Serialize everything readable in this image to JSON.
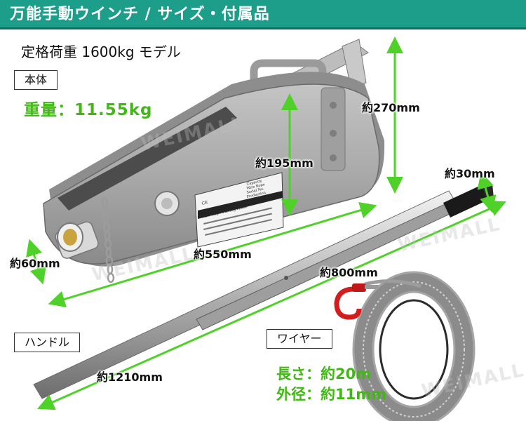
{
  "header": {
    "title": "万能手動ウインチ / サイズ・付属品",
    "colors": {
      "bar": "#1d9e8a",
      "accent_green": "#42b816"
    }
  },
  "model": {
    "label": "定格荷重 1600kg モデル"
  },
  "body_section": {
    "label": "本体",
    "weight": "重量：11.55kg",
    "dims": {
      "height": "約270mm",
      "inner_height": "約195mm",
      "length": "約550mm",
      "width": "約60mm"
    }
  },
  "handle_section": {
    "label": "ハンドル",
    "dims": {
      "diameter": "約30mm",
      "inner_length": "約800mm",
      "total_length": "約1210mm"
    }
  },
  "wire_section": {
    "label": "ワイヤー",
    "length": "長さ：約20m",
    "diameter": "外径：約11mm"
  },
  "watermark": "WEIMALL",
  "plate": {
    "capacity": "Capacity",
    "wire_rope": "Wire Rope",
    "serial_no": "Serial No.",
    "production": "Production",
    "title": "Wire Rope Pulling Hoist",
    "ce": "CE"
  },
  "icons": [
    "dimension-arrow-icon",
    "hook-icon",
    "chain-icon",
    "wire-coil-icon"
  ]
}
